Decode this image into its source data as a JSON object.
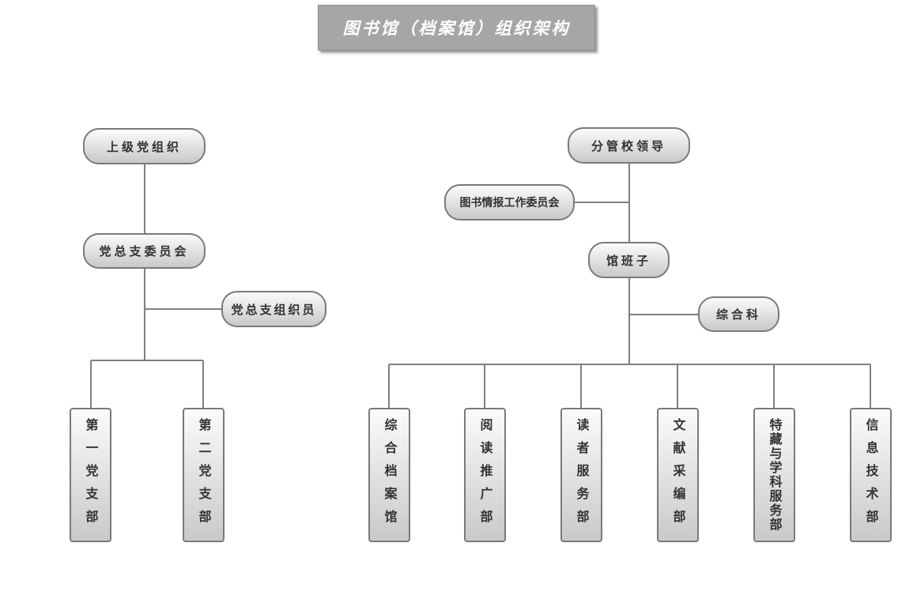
{
  "title": "图书馆（档案馆）组织架构",
  "party": {
    "top": "上级党组织",
    "committee": "党总支委员会",
    "organizer": "党总支组织员",
    "branches": [
      "第一党支部",
      "第二党支部"
    ]
  },
  "admin": {
    "top": "分管校领导",
    "council": "图书情报工作委员会",
    "leadership": "馆班子",
    "office": "综合科",
    "departments": [
      "综合档案馆",
      "阅读推广部",
      "读者服务部",
      "文献采编部",
      "特藏与学科服务部",
      "信息技术部"
    ]
  }
}
